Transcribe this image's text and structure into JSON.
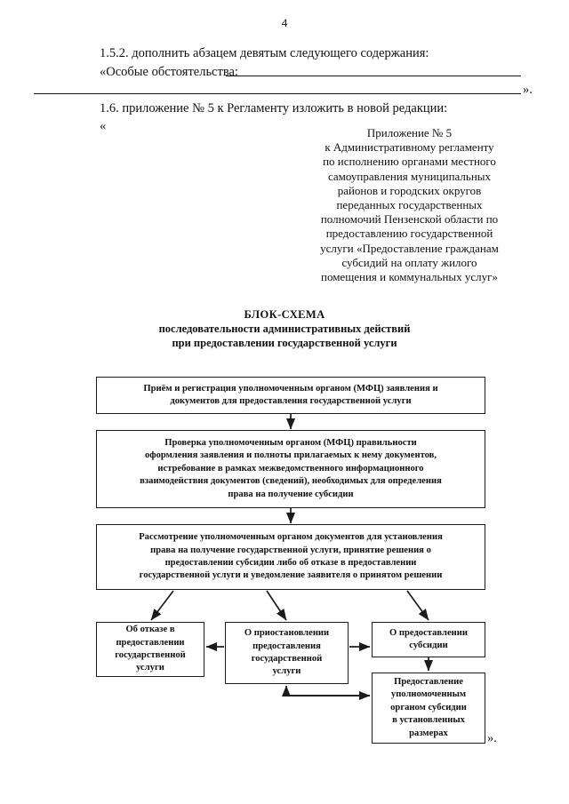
{
  "page": {
    "number": "4"
  },
  "body": {
    "para_1": "1.5.2. дополнить абзацем девятым следующего содержания:",
    "para_2": "«Особые обстоятельства:",
    "rule_tail": "».",
    "para_3": "1.6. приложение № 5 к Регламенту изложить в новой редакции:",
    "para_4": "«"
  },
  "appendix": {
    "lines": [
      "Приложение № 5",
      "к Административному регламенту",
      "по исполнению органами местного",
      "самоуправления муниципальных",
      "районов и городских округов",
      "переданных государственных",
      "полномочий Пензенской области по",
      "предоставлению государственной",
      "услуги «Предоставление гражданам",
      "субсидий на оплату жилого",
      "помещения и коммунальных услуг»"
    ]
  },
  "chart_title": {
    "line_1": "БЛОК-СХЕМА",
    "line_2": "последовательности административных действий",
    "line_3": "при предоставлении государственной услуги"
  },
  "flowchart": {
    "trailing_quote": "».",
    "boxes": [
      {
        "id": "box-intake",
        "name": "flow-box-intake",
        "lines": [
          "Приём и регистрация уполномоченным органом (МФЦ) заявления и",
          "документов для предоставления государственной услуги"
        ]
      },
      {
        "id": "box-verify",
        "name": "flow-box-verification",
        "lines": [
          "Проверка уполномоченным органом (МФЦ) правильности",
          "оформления заявления и полноты прилагаемых к нему документов,",
          "истребование в рамках межведомственного информационного",
          "взаимодействия документов (сведений), необходимых для определения",
          "права на получение субсидии"
        ]
      },
      {
        "id": "box-review",
        "name": "flow-box-review",
        "lines": [
          "Рассмотрение уполномоченным органом документов для установления",
          "права на получение государственной услуги, принятие решения о",
          "предоставлении субсидии либо об отказе в предоставлении",
          "государственной услуги и уведомление заявителя о принятом решении"
        ]
      },
      {
        "id": "box-refusal",
        "name": "flow-box-refusal",
        "lines": [
          "Об отказе в",
          "предоставлении",
          "государственной",
          "услуги"
        ]
      },
      {
        "id": "box-suspension",
        "name": "flow-box-suspension",
        "lines": [
          "О приостановлении",
          "предоставления",
          "государственной",
          "услуги"
        ]
      },
      {
        "id": "box-grant",
        "name": "flow-box-grant",
        "lines": [
          "О предоставлении",
          "субсидии"
        ]
      },
      {
        "id": "box-payment",
        "name": "flow-box-payment",
        "lines": [
          "Предоставление",
          "уполномоченным",
          "органом субсидии",
          "в установленных",
          "размерах"
        ]
      }
    ]
  },
  "colors": {
    "ink": "#1c1c1c",
    "paper": "#ffffff"
  }
}
